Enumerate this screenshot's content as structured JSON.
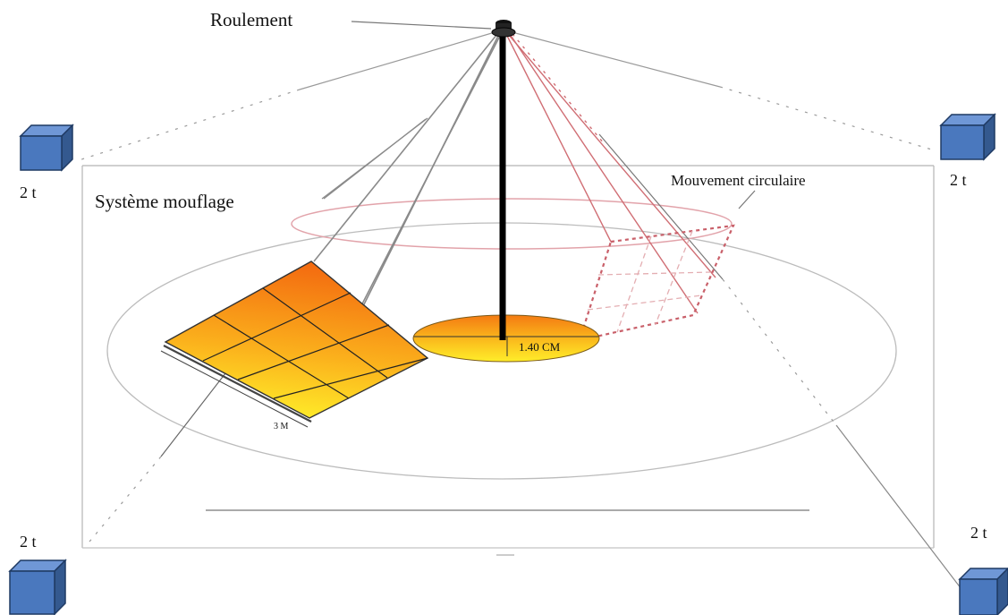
{
  "labels": {
    "bearing": "Roulement",
    "pulley_system": "Système mouflage",
    "circular_motion": "Mouvement circulaire",
    "disc_diameter": "1.40 CM",
    "panel_width": "3 M"
  },
  "weights": {
    "top_left": "2 t",
    "top_right": "2 t",
    "bottom_left": "2 t",
    "bottom_right": "2 t"
  },
  "colors": {
    "box_face": "#4a78be",
    "box_top": "#6f97d6",
    "box_side": "#34598f",
    "box_stroke": "#1f3a63",
    "panel_top": "#f36b10",
    "panel_bottom": "#fff22a",
    "dashed_panel": "#c9606a",
    "orbit_ring": "#e2a3aa",
    "mast": "#000000"
  },
  "icons": {
    "counterweight": "cube-icon",
    "bearing": "bearing-icon"
  }
}
